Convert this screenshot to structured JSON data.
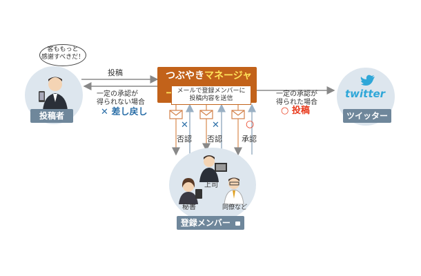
{
  "poster": {
    "bubble_line1": "客ももっと",
    "bubble_line2": "感謝すべきだ！",
    "label": "投稿者"
  },
  "flow": {
    "submit_label": "投稿",
    "reject_line1": "一定の承認が",
    "reject_line2": "得られない場合",
    "reject_result": "差し戻し",
    "reject_mark": "✕",
    "approve_line1": "一定の承認が",
    "approve_line2": "得られた場合",
    "approve_result": "投稿",
    "approve_mark": "○"
  },
  "manager": {
    "title_prefix": "つぶやき",
    "title_accent": "マネージャー",
    "desc_line1": "メールで登録メンバーに",
    "desc_line2": "投稿内容を送信"
  },
  "votes": [
    {
      "mark": "✕",
      "label": "否認"
    },
    {
      "mark": "✕",
      "label": "否認"
    },
    {
      "mark": "○",
      "label": "承認"
    }
  ],
  "members": {
    "boss": "上司",
    "secretary": "秘書",
    "colleague": "同僚など",
    "label": "登録メンバー"
  },
  "twitter": {
    "logo_text": "twitter",
    "label": "ツイッター"
  },
  "colors": {
    "circle": "#dde6ee",
    "label_bar": "#6f879b",
    "manager": "#c2621a",
    "manager_accent": "#ffe35a",
    "twitter": "#2fa7d8",
    "approve": "#e83a1c",
    "reject": "#2c6fa8"
  }
}
